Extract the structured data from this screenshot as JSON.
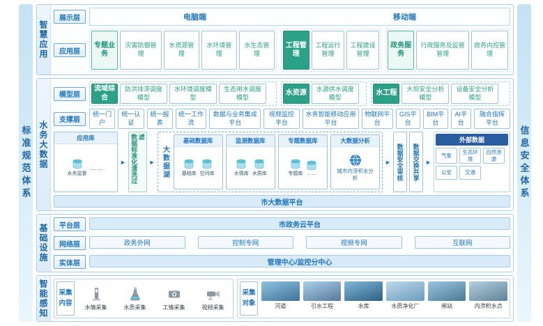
{
  "frame": {
    "left_bar": "标准规范体系",
    "right_bar": "信息安全体系"
  },
  "icons": {
    "arrow_right": "►",
    "dots": "……"
  },
  "smart_app": {
    "label": "智慧应用",
    "display": {
      "layer": "展示层",
      "pc": "电脑端",
      "mobile": "移动端"
    },
    "application": {
      "layer": "应用层",
      "groups": [
        {
          "head": "专题业务",
          "items": [
            "灾害防御管理",
            "水资源管理",
            "水环境管理",
            "水生态管理"
          ]
        },
        {
          "head": "工程管理",
          "items": [
            "工程运行管理",
            "工程建设管理"
          ]
        },
        {
          "head": "政务服务",
          "items": [
            "行政服务及监管管理",
            "政务内控管理"
          ]
        }
      ]
    }
  },
  "big_data": {
    "label": "水务大数据",
    "model": {
      "layer": "模型层",
      "groups": [
        {
          "head": "流域综合",
          "items": [
            "防洪排涝调度模型",
            "水环境调度模型",
            "生态用水调度模型"
          ]
        },
        {
          "head": "水资源",
          "items": [
            "水源供水调度模型"
          ]
        },
        {
          "head": "水工程",
          "items": [
            "大坝安全分析模型",
            "设备安全分析模型"
          ]
        }
      ]
    },
    "support": {
      "layer": "支撑层",
      "items": [
        "统一门户",
        "统一认证",
        "统一报表",
        "统一工作流",
        "数据与业务集成平台",
        "视频监控平台",
        "水务智能移动应用平台",
        "物联网平台",
        "GIS平台",
        "BIM平台",
        "AI平台",
        "融合指挥平台"
      ]
    },
    "flow": {
      "app_store": {
        "title": "应用库",
        "db": "水务监督"
      },
      "cleanse": "数据标准化清洗过滤",
      "lake": {
        "label": "大数据湖",
        "stores": [
          {
            "title": "基础数据库",
            "dbs": [
              "基础库",
              "空间库"
            ]
          },
          {
            "title": "监测数据库",
            "dbs": [
              "水情库",
              "水质库"
            ]
          },
          {
            "title": "专题数据库",
            "dbs": [
              "专题库",
              "……"
            ]
          },
          {
            "title": "大数据分析",
            "caption": "城市内涝积水分析"
          }
        ]
      },
      "audit": "数据安全审核",
      "exchange": "数据交换共享",
      "external": {
        "title": "外部数据",
        "items": [
          "气象",
          "生态环境",
          "自然资源",
          "公安",
          "交通"
        ]
      }
    },
    "platform_bar": "市大数据平台"
  },
  "infra": {
    "label": "基础设施",
    "platform": {
      "layer": "平台层",
      "bar": "市政务云平台"
    },
    "network": {
      "layer": "网络层",
      "items": [
        "政务外网",
        "控制专网",
        "视频专网",
        "互联网"
      ]
    },
    "entity": {
      "layer": "实体层",
      "bar": "管理中心/监控分中心"
    }
  },
  "perception": {
    "label": "智能感知",
    "content": {
      "label": "采集内容",
      "items": [
        "水情采集",
        "水质采集",
        "工情采集",
        "视频采集"
      ]
    },
    "objects": {
      "label": "采集对象",
      "items": [
        "河道",
        "引水工程",
        "水库",
        "水质净化厂",
        "闸站",
        "内涝积水点"
      ]
    }
  },
  "colors": {
    "accent_blue": "#1e74c0",
    "teal": "#2ba188",
    "dark_blue": "#2a5d9f",
    "light_fill": "#d9eaf8"
  }
}
